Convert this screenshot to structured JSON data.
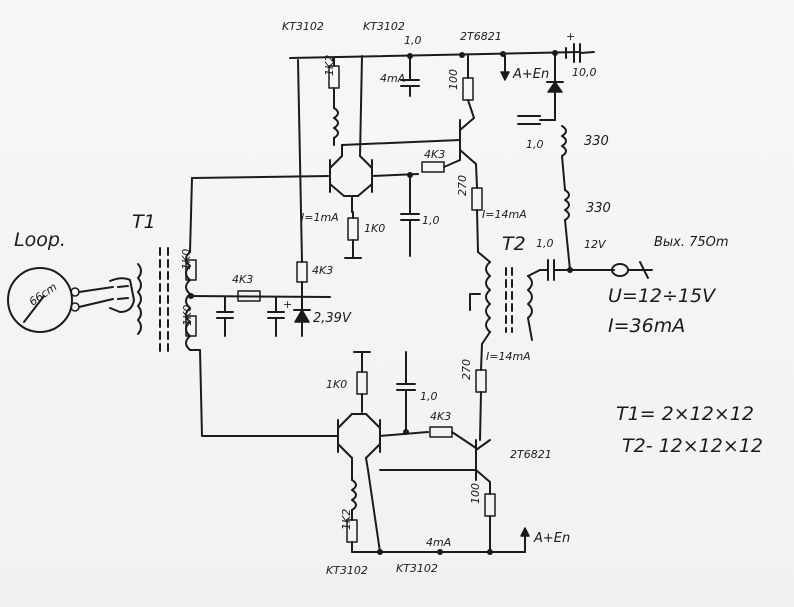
{
  "labels": {
    "loop": "Loop.",
    "loop_size": "66cm",
    "t1": "T1",
    "t2": "T2",
    "kt3102_top_a": "KT3102",
    "kt3102_top_b": "KT3102",
    "kt3102_bot_a": "KT3102",
    "kt3102_bot_b": "KT3102",
    "tr_top": "2T6821",
    "tr_bot": "2T6821",
    "r_1k2_top": "1K2",
    "r_1k2_bot": "1K2",
    "c_top_1u": "1,0",
    "c_top_4ma": "4mA",
    "r_100_top": "100",
    "r_100_bot": "100",
    "aten_top": "A+En",
    "aten_bot": "A+En",
    "c_out_10u": "10,0",
    "plus_sign": "+",
    "c_mid_1u": "1,0",
    "l_330_a": "330",
    "l_330_b": "330",
    "r_4k3_top": "4K3",
    "r_270_top": "270",
    "i_1ma": "I=1mA",
    "r_1k0_top": "1K0",
    "c_1u_center": "1,0",
    "i_14ma_top": "I=14mA",
    "c_t2_1u": "1,0",
    "v_12": "12V",
    "out_label": "Bых. 75Om",
    "r_1k0_t1a": "1K0",
    "r_1k0_t1b": "1K0",
    "r_4k3_mid": "4K3",
    "r_4k3_vert": "4K3",
    "zener_v": "2,39V",
    "u_spec": "U=12÷15V",
    "i_spec": "I=36mA",
    "i_14ma_bot": "I=14mA",
    "r_1k0_bot": "1K0",
    "c_1u_bot": "1,0",
    "r_270_bot": "270",
    "r_4k3_bot": "4K3",
    "c_4ma_bot": "4mA",
    "t1_spec": "T1= 2×12×12",
    "t2_spec": "T2- 12×12×12"
  },
  "icons": [
    "loop-antenna-icon",
    "coax-connector-icon",
    "antenna-plug-icon"
  ]
}
